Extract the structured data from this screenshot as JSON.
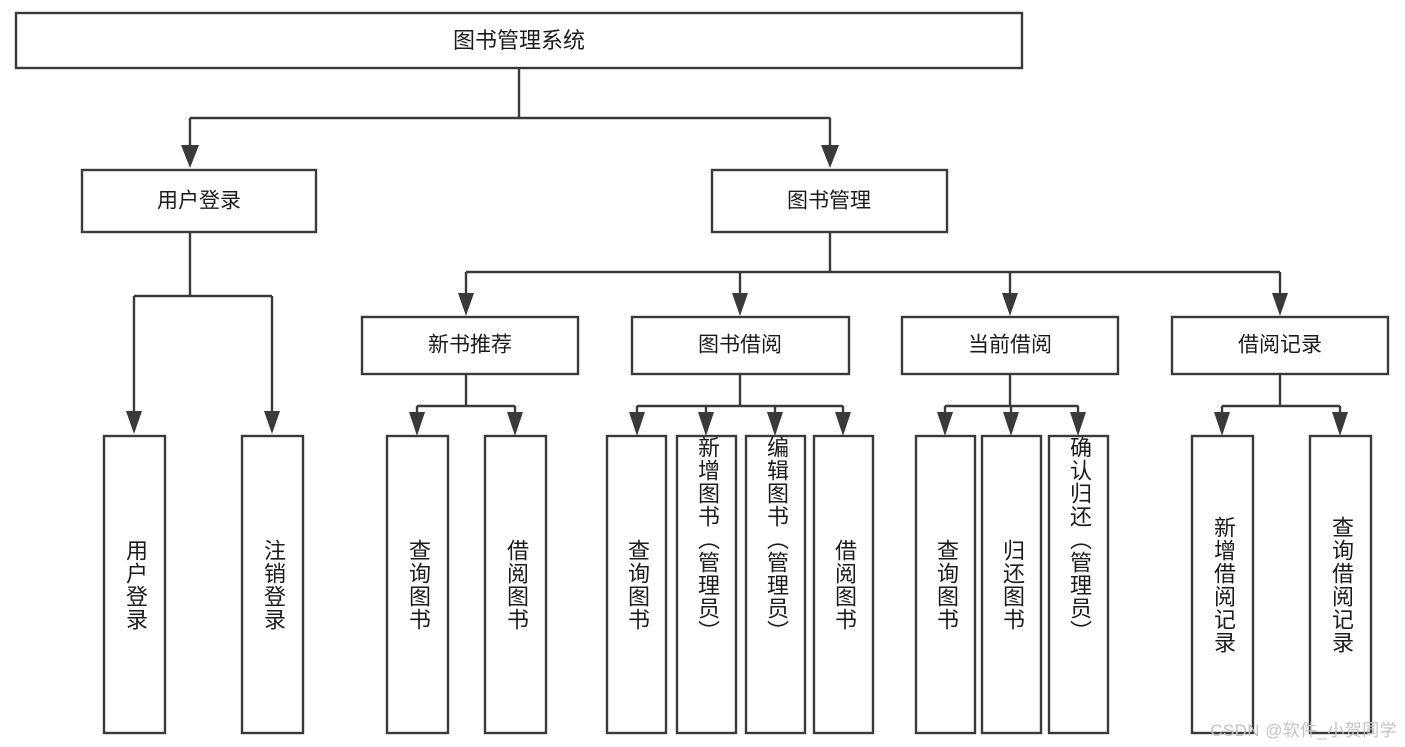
{
  "diagram": {
    "type": "tree-hierarchy",
    "title": "图书管理系统",
    "root": {
      "label": "图书管理系统",
      "orientation": "horizontal"
    },
    "level2": [
      {
        "label": "用户登录",
        "orientation": "horizontal"
      },
      {
        "label": "图书管理",
        "orientation": "horizontal"
      }
    ],
    "level3": [
      {
        "label": "新书推荐",
        "orientation": "horizontal",
        "parent": "图书管理"
      },
      {
        "label": "图书借阅",
        "orientation": "horizontal",
        "parent": "图书管理"
      },
      {
        "label": "当前借阅",
        "orientation": "horizontal",
        "parent": "图书管理"
      },
      {
        "label": "借阅记录",
        "orientation": "horizontal",
        "parent": "图书管理"
      }
    ],
    "leaves": {
      "user_login": [
        {
          "label": "用户登录",
          "orientation": "vertical"
        },
        {
          "label": "注销登录",
          "orientation": "vertical"
        }
      ],
      "new_book_recommend": [
        {
          "label": "查询图书",
          "orientation": "vertical"
        },
        {
          "label": "借阅图书",
          "orientation": "vertical"
        }
      ],
      "book_borrow": [
        {
          "label": "查询图书",
          "orientation": "vertical"
        },
        {
          "label": "新增图书（管理员）",
          "orientation": "vertical"
        },
        {
          "label": "编辑图书（管理员）",
          "orientation": "vertical"
        },
        {
          "label": "借阅图书",
          "orientation": "vertical"
        }
      ],
      "current_borrow": [
        {
          "label": "查询图书",
          "orientation": "vertical"
        },
        {
          "label": "归还图书",
          "orientation": "vertical"
        },
        {
          "label": "确认归还（管理员）",
          "orientation": "vertical"
        }
      ],
      "borrow_record": [
        {
          "label": "新增借阅记录",
          "orientation": "vertical"
        },
        {
          "label": "查询借阅记录",
          "orientation": "vertical"
        }
      ]
    },
    "colors": {
      "background": "#ffffff",
      "box_border": "#3a3a3a",
      "box_fill": "#ffffff",
      "text": "#1b1b1b",
      "connector": "#3a3a3a",
      "watermark": "#c3c3c3"
    }
  },
  "watermark": {
    "text": "CSDN @软件_小贺同学"
  }
}
